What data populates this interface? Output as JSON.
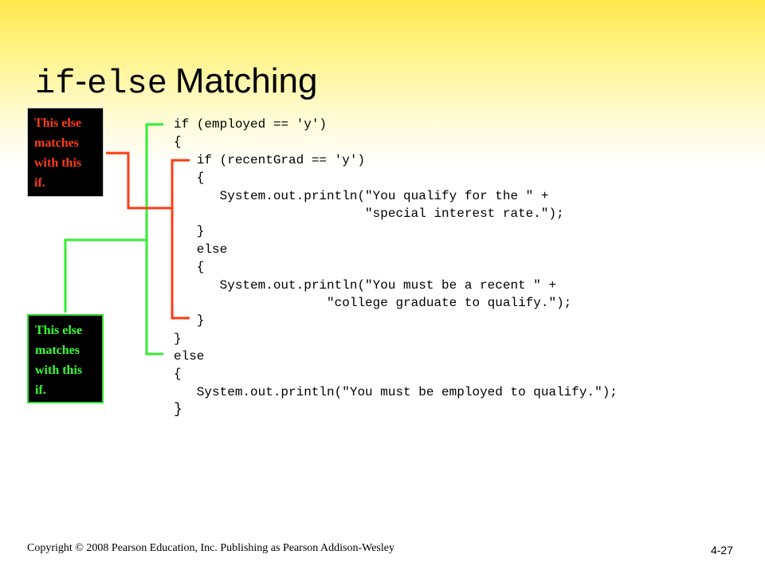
{
  "slide": {
    "title_keyword_if": "if",
    "title_dash": "-",
    "title_keyword_else": "else",
    "title_text": "Matching",
    "callouts": {
      "red": "This else\nmatches\nwith this\nif.",
      "green": "This else\nmatches\nwith this\nif."
    },
    "code_lines": [
      "if (employed == 'y')",
      "{",
      "   if (recentGrad == 'y')",
      "   {",
      "      System.out.println(\"You qualify for the \" +",
      "                         \"special interest rate.\");",
      "   }",
      "   else",
      "   {",
      "      System.out.println(\"You must be a recent \" +",
      "                    \"college graduate to qualify.\");",
      "   }",
      "}",
      "else",
      "{",
      "   System.out.println(\"You must be employed to qualify.\");",
      "}"
    ],
    "footer": {
      "copyright": "Copyright © 2008 Pearson Education, Inc. Publishing as Pearson Addison-Wesley",
      "slide_number": "4-27"
    }
  },
  "colors": {
    "header_gradient_top": "#ffe94a",
    "callout_background": "#000000",
    "red_accent": "#ff3c14",
    "green_accent": "#33ee33"
  }
}
